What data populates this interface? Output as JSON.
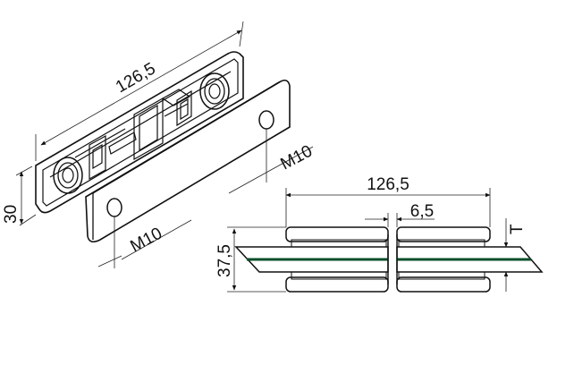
{
  "dimensions": {
    "overall_length_iso": "126,5",
    "height_iso": "30",
    "thread_front": "M10",
    "thread_back": "M10",
    "overall_length_section": "126,5",
    "gap_section": "6,5",
    "height_section": "37,5",
    "glass_thickness": "T"
  },
  "colors": {
    "glass_fill": "#0a9a55",
    "glass_dark": "#064d2a",
    "clamp_gray": "#8a8a8a",
    "line": "#111111"
  }
}
